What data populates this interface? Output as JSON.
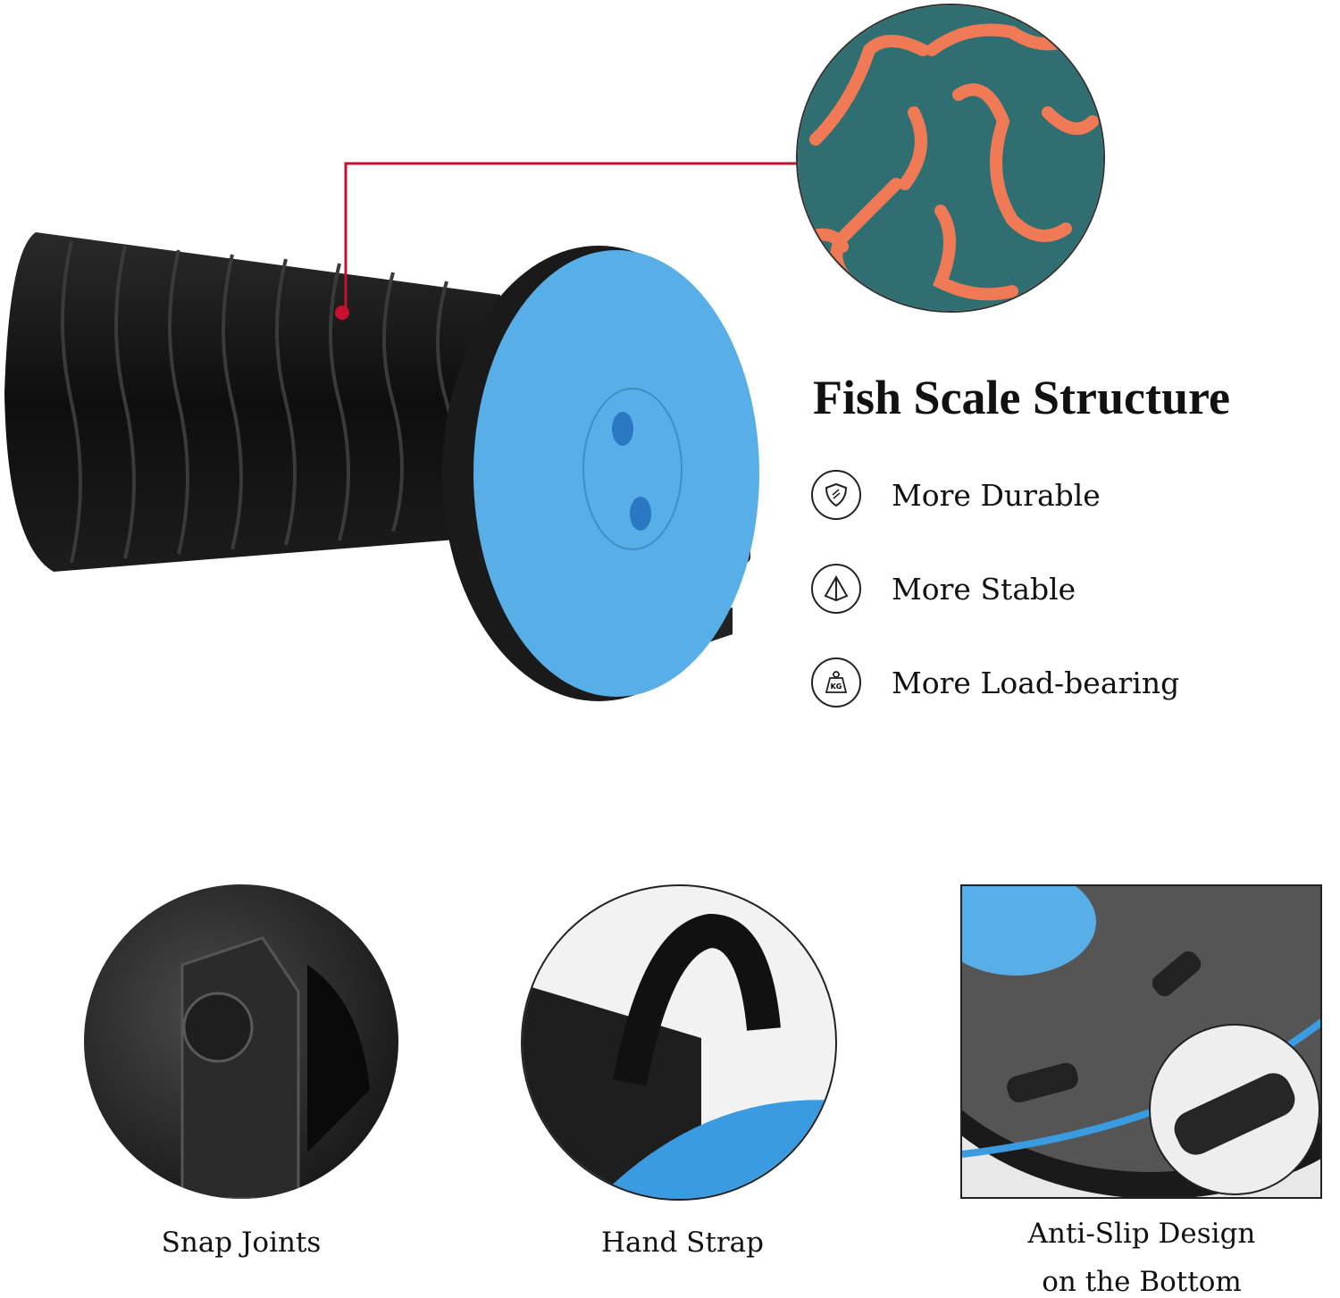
{
  "heading": "Fish Scale Structure",
  "features": [
    {
      "icon": "shield-icon",
      "label": "More Durable"
    },
    {
      "icon": "pyramid-icon",
      "label": "More Stable"
    },
    {
      "icon": "weight-kg-icon",
      "label": "More Load-bearing"
    }
  ],
  "weight_icon_text": "KG",
  "details": [
    {
      "label": "Snap Joints"
    },
    {
      "label": "Hand Strap"
    },
    {
      "label_line1": "Anti-Slip Design",
      "label_line2": "on the Bottom"
    }
  ],
  "colors": {
    "accent_line": "#c8102e",
    "stool_blue": "#4aa3e0",
    "stool_black": "#151515",
    "scale_teal": "#2f6f72",
    "scale_orange": "#f07a55"
  }
}
